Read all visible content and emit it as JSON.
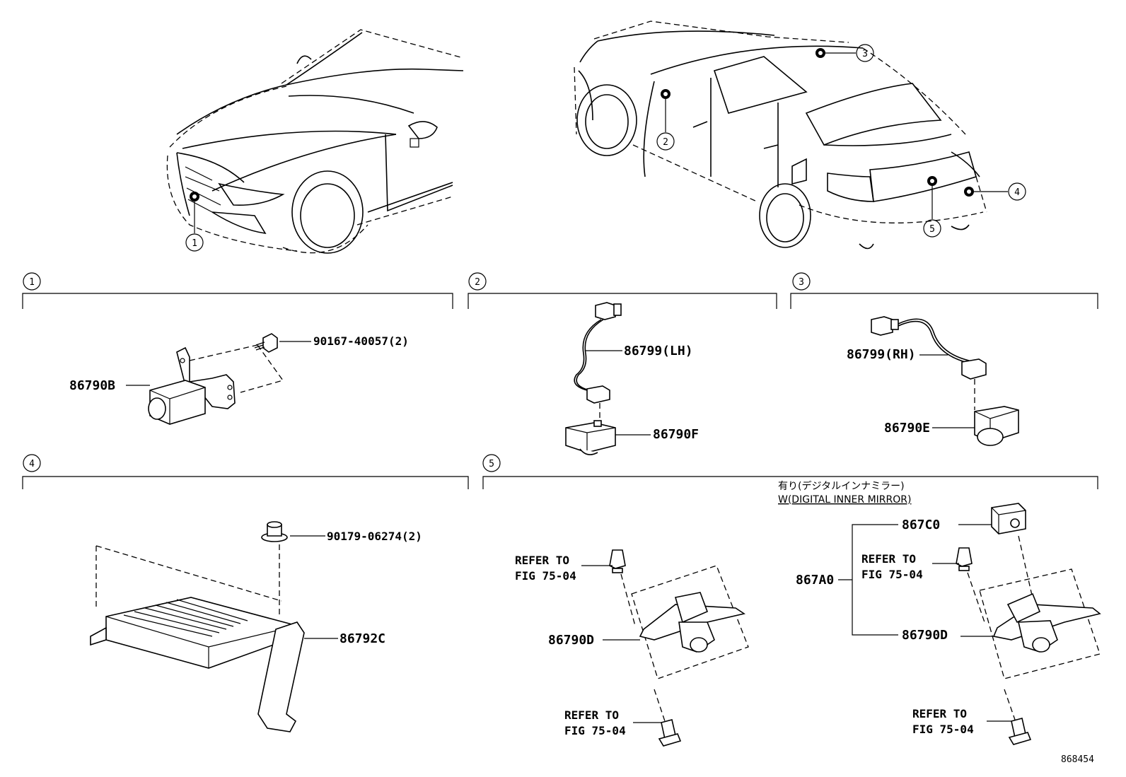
{
  "diagram_id": "868454",
  "callout_numbers": [
    "1",
    "2",
    "3",
    "4",
    "5"
  ],
  "sections": {
    "s1": {
      "number": "1",
      "parts": {
        "camera": "86790B",
        "bolt": "90167-40057(2)"
      }
    },
    "s2": {
      "number": "2",
      "parts": {
        "harness": "86799(LH)",
        "camera": "86790F"
      }
    },
    "s3": {
      "number": "3",
      "parts": {
        "harness": "86799(RH)",
        "camera": "86790E"
      }
    },
    "s4": {
      "number": "4",
      "parts": {
        "ecu": "86792C",
        "nut": "90179-06274(2)"
      }
    },
    "s5": {
      "number": "5",
      "note_jp": "有り(デジタルインナミラー)",
      "note_en": "W(DIGITAL INNER MIRROR)",
      "left": {
        "camera": "86790D",
        "refer_top": [
          "REFER TO",
          "FIG 75-04"
        ],
        "refer_bottom": [
          "REFER TO",
          "FIG 75-04"
        ]
      },
      "right": {
        "assembly": "867A0",
        "sub_camera": "867C0",
        "camera": "86790D",
        "refer_top": [
          "REFER TO",
          "FIG 75-04"
        ],
        "refer_bottom": [
          "REFER TO",
          "FIG 75-04"
        ]
      }
    }
  }
}
